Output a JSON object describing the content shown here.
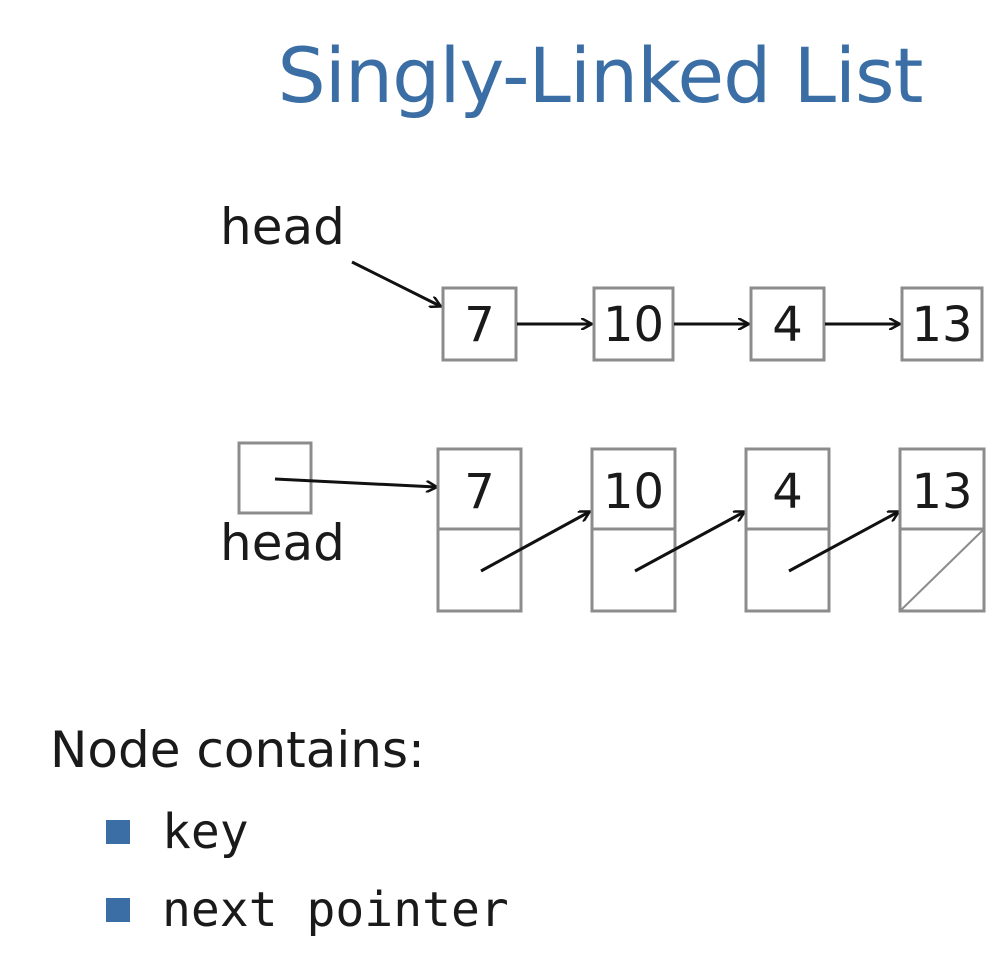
{
  "slide": {
    "title": "Singly-Linked List"
  },
  "diagram_top": {
    "head_label": "head",
    "nodes": [
      "7",
      "10",
      "4",
      "13"
    ]
  },
  "diagram_bottom": {
    "head_label": "head",
    "nodes": [
      "7",
      "10",
      "4",
      "13"
    ],
    "last_next": "null"
  },
  "bullets": {
    "heading": "Node contains:",
    "items": [
      "key",
      "next pointer"
    ]
  },
  "colors": {
    "title": "#3a6ea5",
    "bullet_square": "#3a6ea5",
    "box_border": "#8c8c8c",
    "arrow": "#111111"
  }
}
